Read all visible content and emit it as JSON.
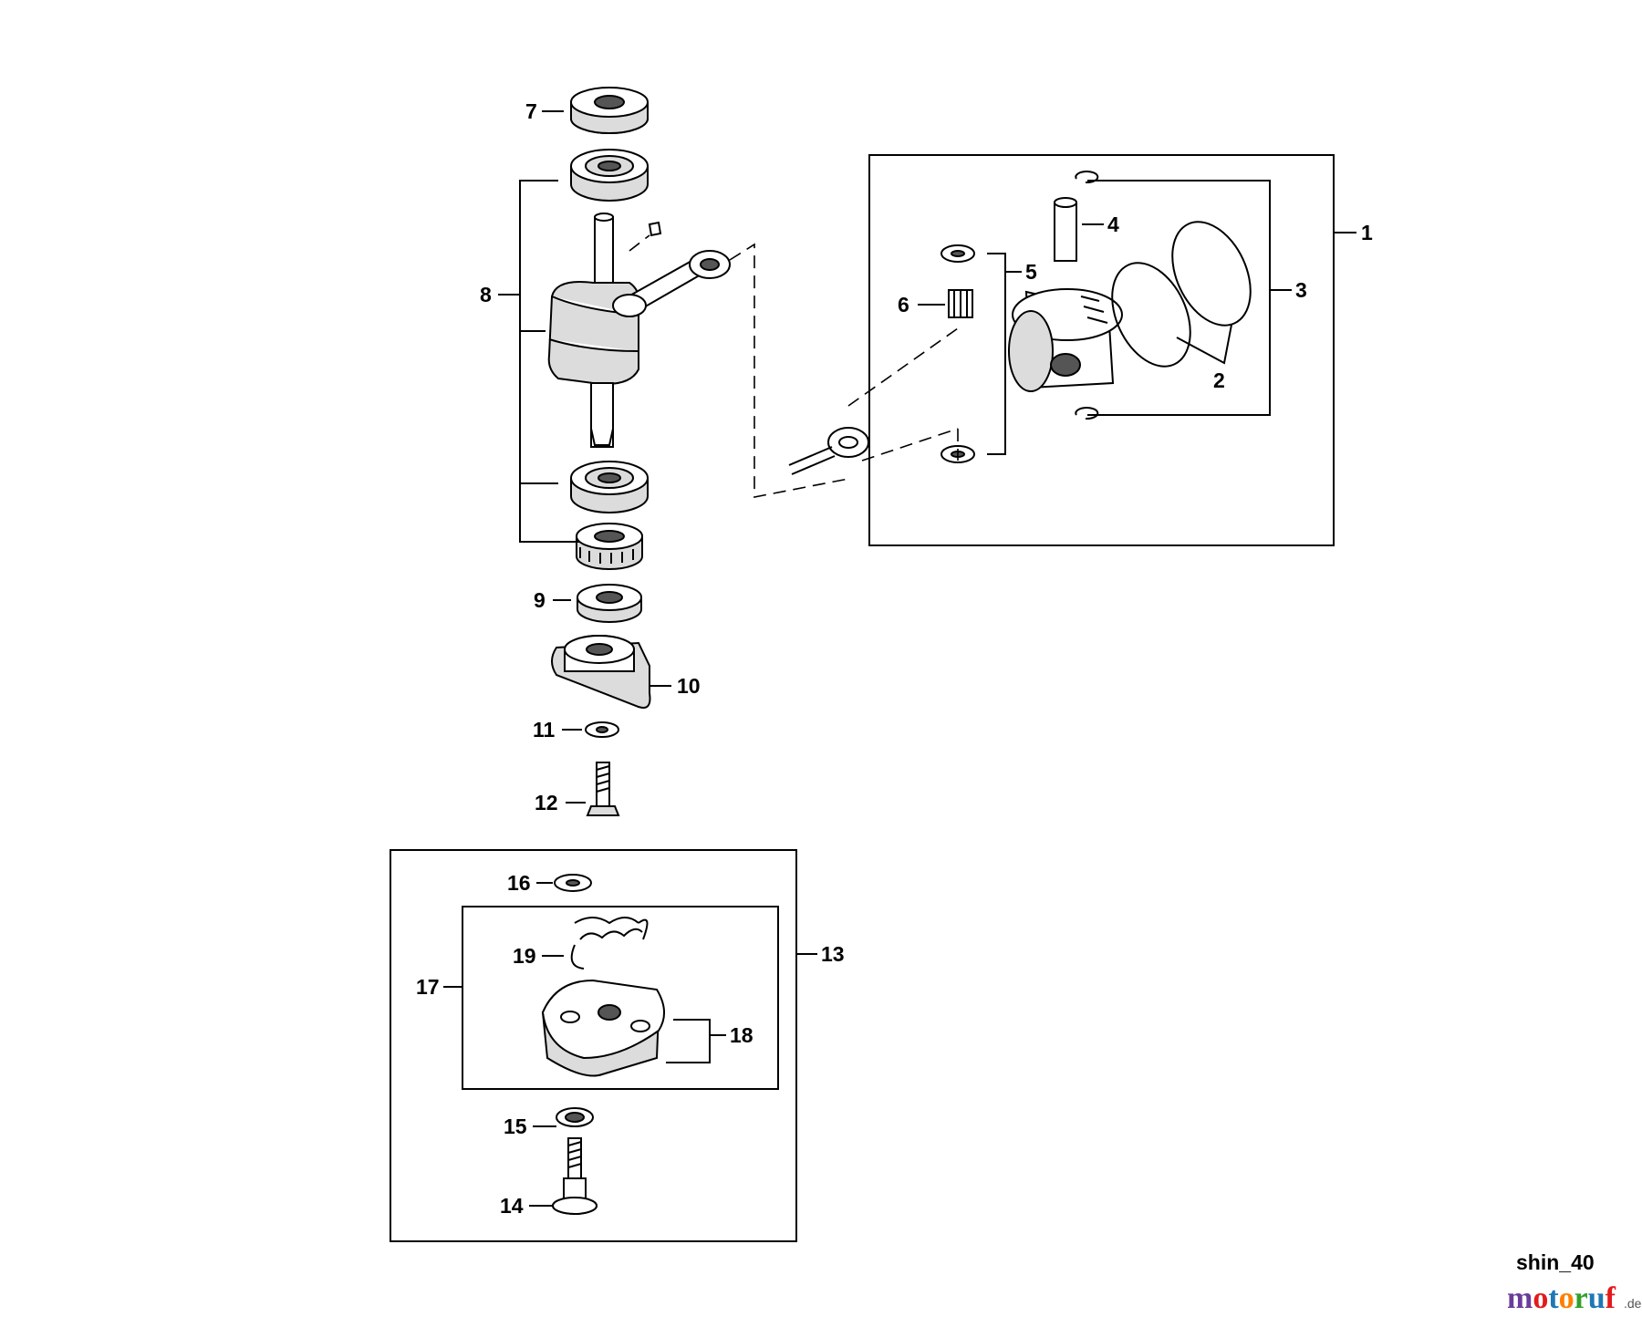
{
  "callouts": {
    "c1": "1",
    "c2": "2",
    "c3": "3",
    "c4": "4",
    "c5": "5",
    "c6": "6",
    "c7": "7",
    "c8": "8",
    "c9": "9",
    "c10": "10",
    "c11": "11",
    "c12": "12",
    "c13": "13",
    "c14": "14",
    "c15": "15",
    "c16": "16",
    "c17": "17",
    "c18": "18",
    "c19": "19"
  },
  "footer": {
    "diagram_code": "shin_40",
    "logo": "motoruf",
    "logo_letters": [
      "m",
      "o",
      "t",
      "o",
      "r",
      "u",
      "f"
    ],
    "logo_suffix": ".de"
  },
  "colors": {
    "ink": "#000000",
    "logo": [
      "#6a3d9a",
      "#e31a1c",
      "#1f78b4",
      "#ff7f00",
      "#33a02c",
      "#1f78b4",
      "#e31a1c"
    ]
  }
}
